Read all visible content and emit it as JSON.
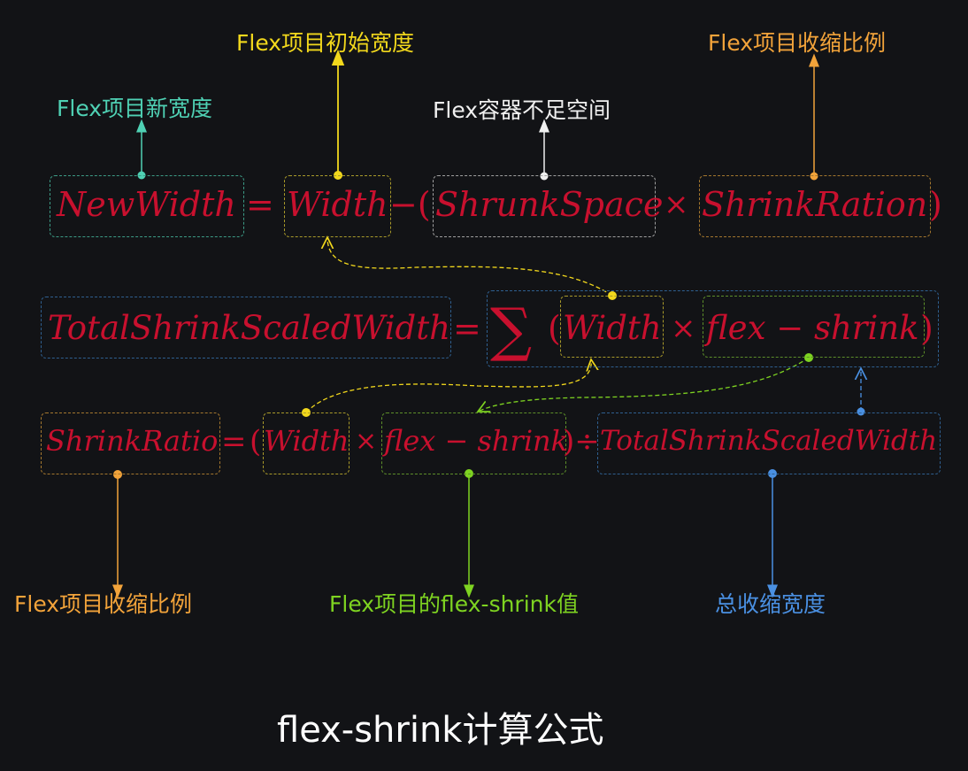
{
  "title": "flex-shrink计算公式",
  "colors": {
    "background": "#121316",
    "formula_text": "#c8102e",
    "teal": "#4fd1b4",
    "yellow": "#f2d81c",
    "white": "#f0f0f0",
    "orange": "#f2a33a",
    "green": "#7ed321",
    "blue": "#4a90e2"
  },
  "annotations": {
    "new_width": "Flex项目新宽度",
    "initial_width": "Flex项目初始宽度",
    "insufficient_space": "Flex容器不足空间",
    "shrink_ratio_top": "Flex项目收缩比例",
    "shrink_ratio_bottom": "Flex项目收缩比例",
    "flex_shrink_value": "Flex项目的flex-shrink值",
    "total_shrink_width": "总收缩宽度"
  },
  "formula1": {
    "lhs": "NewWidth",
    "eq": "=",
    "width": "Width",
    "minus_open": "−(",
    "shrunk_space": "ShrunkSpace",
    "times": "×",
    "shrink_ration": "ShrinkRation",
    "close": ")"
  },
  "formula2": {
    "lhs": "TotalShrinkScaledWidth",
    "eq": "=",
    "sum": "∑",
    "open": "(",
    "width": "Width",
    "times": "×",
    "flex_shrink": "flex − shrink",
    "close": ")"
  },
  "formula3": {
    "lhs": "ShrinkRatio",
    "eq": "=",
    "open": "(",
    "width": "Width",
    "times": "×",
    "flex_shrink": "flex − shrink",
    "close_div": ")÷",
    "total": "TotalShrinkScaledWidth"
  }
}
